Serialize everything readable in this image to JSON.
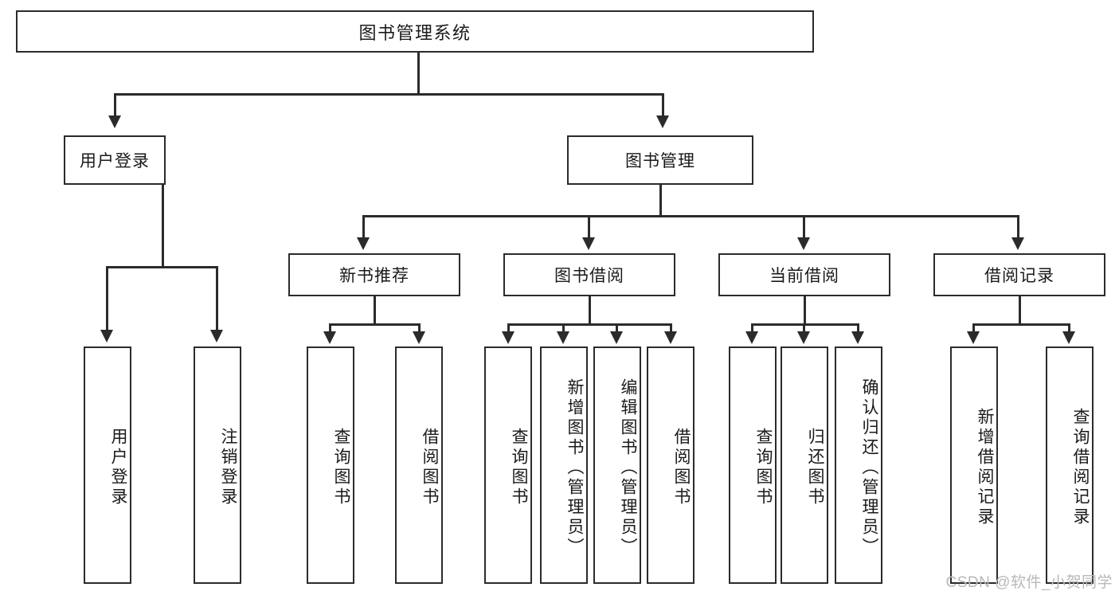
{
  "diagram": {
    "title": "图书管理系统",
    "type": "tree-hierarchy-diagram",
    "watermark": "CSDN @软件_小贺同学",
    "colors": {
      "stroke": "#2b2b2b",
      "fill": "#ffffff",
      "text": "#1a1a1a",
      "watermark": "#b8b8b8"
    },
    "root": {
      "label": "图书管理系统"
    },
    "level2": [
      {
        "id": "user-login",
        "label": "用户登录"
      },
      {
        "id": "book-management",
        "label": "图书管理"
      }
    ],
    "level3": [
      {
        "id": "new-book-recommend",
        "label": "新书推荐"
      },
      {
        "id": "book-borrow",
        "label": "图书借阅"
      },
      {
        "id": "current-borrow",
        "label": "当前借阅"
      },
      {
        "id": "borrow-record",
        "label": "借阅记录"
      }
    ],
    "leaves": [
      {
        "id": "leaf-user-login",
        "label": "用户登录",
        "parent": "user-login"
      },
      {
        "id": "leaf-logout-login",
        "label": "注销登录",
        "parent": "user-login"
      },
      {
        "id": "leaf-query-book-1",
        "label": "查询图书",
        "parent": "new-book-recommend"
      },
      {
        "id": "leaf-borrow-book-1",
        "label": "借阅图书",
        "parent": "new-book-recommend"
      },
      {
        "id": "leaf-query-book-2",
        "label": "查询图书",
        "parent": "book-borrow"
      },
      {
        "id": "leaf-add-book",
        "label": "新增图书（管理员）",
        "parent": "book-borrow"
      },
      {
        "id": "leaf-edit-book",
        "label": "编辑图书（管理员）",
        "parent": "book-borrow"
      },
      {
        "id": "leaf-borrow-book-2",
        "label": "借阅图书",
        "parent": "book-borrow"
      },
      {
        "id": "leaf-query-book-3",
        "label": "查询图书",
        "parent": "current-borrow"
      },
      {
        "id": "leaf-return-book",
        "label": "归还图书",
        "parent": "current-borrow"
      },
      {
        "id": "leaf-confirm-return",
        "label": "确认归还（管理员）",
        "parent": "current-borrow"
      },
      {
        "id": "leaf-add-record",
        "label": "新增借阅记录",
        "parent": "borrow-record"
      },
      {
        "id": "leaf-query-record",
        "label": "查询借阅记录",
        "parent": "borrow-record"
      }
    ]
  }
}
